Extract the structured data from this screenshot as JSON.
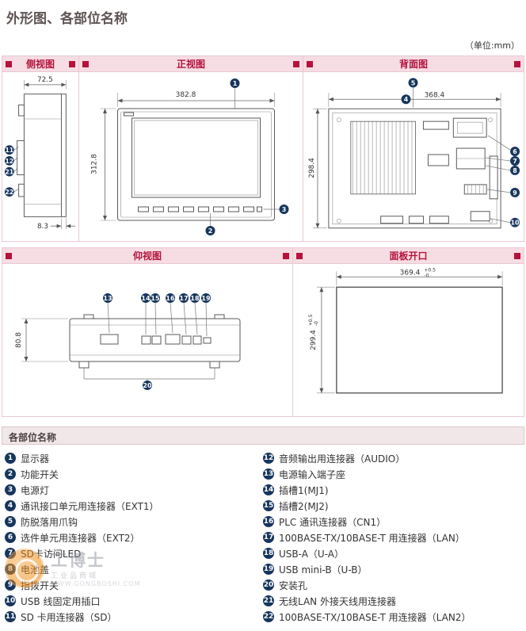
{
  "page": {
    "title": "外形图、各部位名称",
    "unit_label": "（单位:mm）"
  },
  "views": {
    "side": {
      "title": "侧视图",
      "dim_top": "72.5",
      "dim_bottom": "8.3",
      "callouts": [
        "11",
        "12",
        "21",
        "22"
      ]
    },
    "front": {
      "title": "正视图",
      "dim_top": "382.8",
      "dim_left": "312.8",
      "callouts": [
        "1",
        "2",
        "3"
      ]
    },
    "rear": {
      "title": "背面图",
      "dim_top": "368.4",
      "dim_left": "298.4",
      "callouts": [
        "5",
        "4",
        "6",
        "7",
        "8",
        "9",
        "10"
      ]
    },
    "bottom": {
      "title": "仰视图",
      "dim_left": "80.8",
      "callouts": [
        "13",
        "14",
        "15",
        "16",
        "17",
        "18",
        "19",
        "20"
      ]
    },
    "cutout": {
      "title": "面板开口",
      "dim_top": "369.4",
      "dim_top_tol_plus": "+0.5",
      "dim_top_tol_minus": "-0",
      "dim_left": "299.4",
      "dim_left_tol_plus": "+0.5",
      "dim_left_tol_minus": "-0"
    }
  },
  "parts": {
    "title": "各部位名称",
    "left": [
      {
        "num": "1",
        "label": "显示器"
      },
      {
        "num": "2",
        "label": "功能开关"
      },
      {
        "num": "3",
        "label": "电源灯"
      },
      {
        "num": "4",
        "label": "通讯接口单元用连接器（EXT1）"
      },
      {
        "num": "5",
        "label": "防脱落用爪钩"
      },
      {
        "num": "6",
        "label": "选件单元用连接器（EXT2）"
      },
      {
        "num": "7",
        "label": "SD卡访问LED"
      },
      {
        "num": "8",
        "label": "电池盖"
      },
      {
        "num": "9",
        "label": "指拨开关"
      },
      {
        "num": "10",
        "label": "USB 线固定用插口"
      },
      {
        "num": "11",
        "label": "SD 卡用连接器（SD）"
      }
    ],
    "right": [
      {
        "num": "12",
        "label": "音频输出用连接器（AUDIO）"
      },
      {
        "num": "13",
        "label": "电源输入端子座"
      },
      {
        "num": "14",
        "label": "插槽1(MJ1)"
      },
      {
        "num": "15",
        "label": "插槽2(MJ2)"
      },
      {
        "num": "16",
        "label": "PLC 通讯连接器（CN1）"
      },
      {
        "num": "17",
        "label": "100BASE-TX/10BASE-T 用连接器（LAN）"
      },
      {
        "num": "18",
        "label": "USB-A（U-A）"
      },
      {
        "num": "19",
        "label": "USB mini-B（U-B）"
      },
      {
        "num": "20",
        "label": "安装孔"
      },
      {
        "num": "21",
        "label": "无线LAN 外接天线用连接器"
      },
      {
        "num": "22",
        "label": "100BASE-TX/10BASE-T 用连接器（LAN2）"
      }
    ]
  },
  "watermark": {
    "title": "工博士",
    "subtitle": "工业品商城",
    "url": "WWW.GONGBOSHI.COM"
  }
}
